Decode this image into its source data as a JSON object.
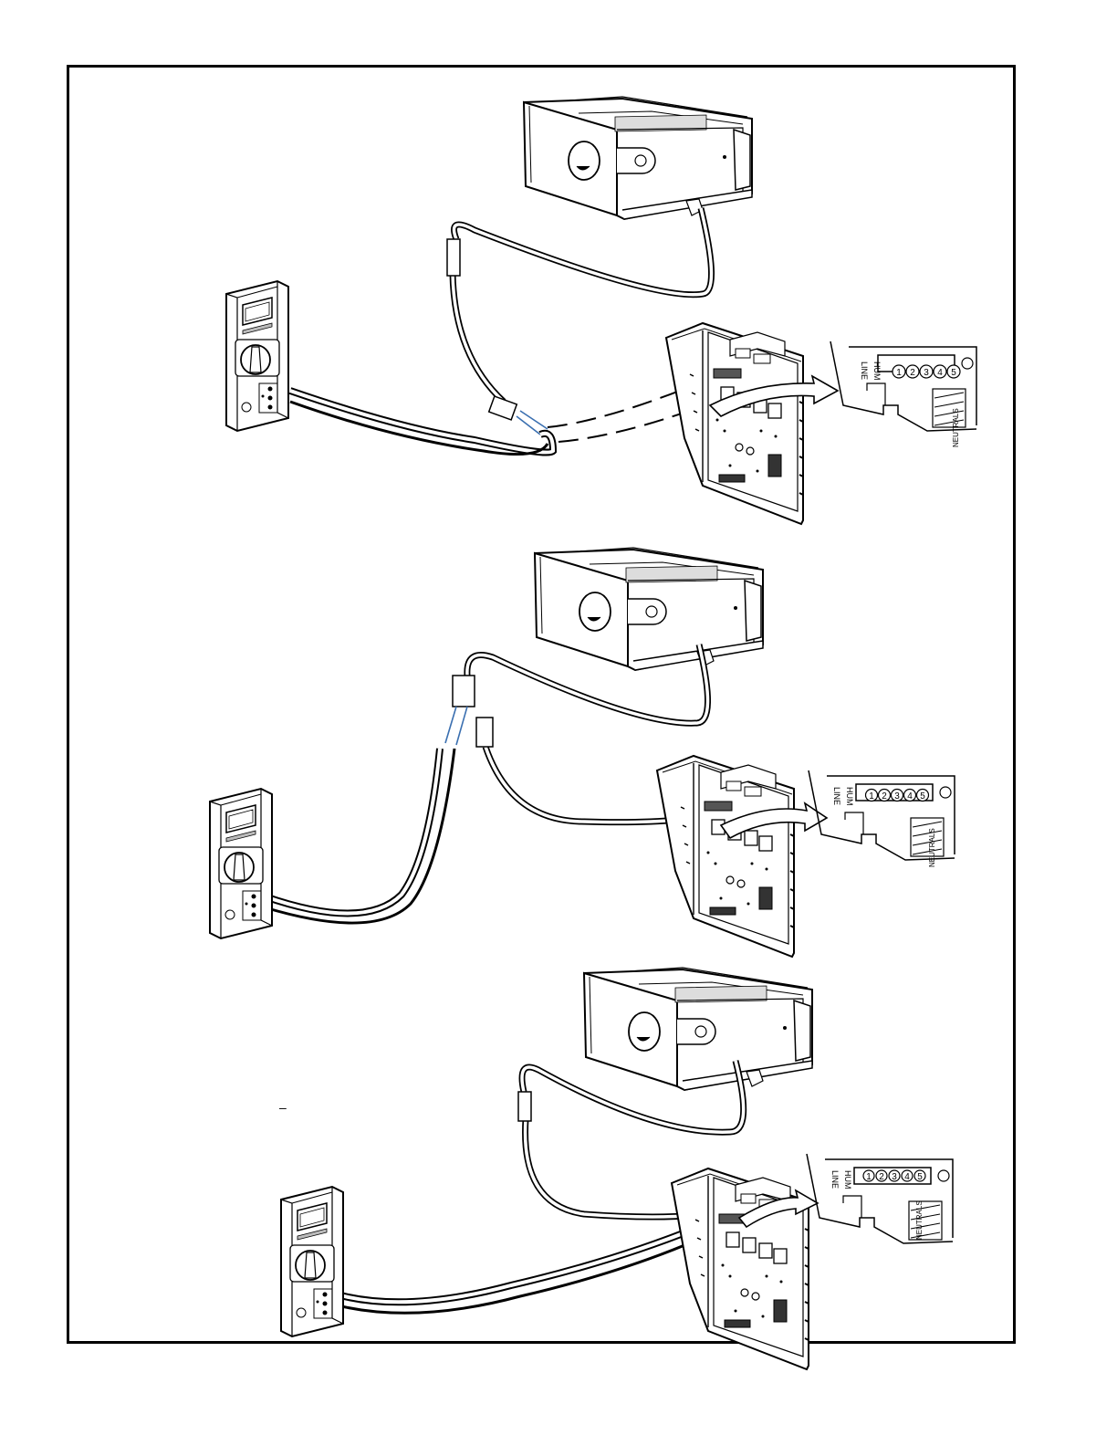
{
  "diagram": {
    "panels": [
      {
        "id": "panel-1",
        "terminal_inset": {
          "left_label": "LINE",
          "right_label": "HUM",
          "terminals": [
            "1",
            "2",
            "3",
            "4",
            "5"
          ],
          "neutral_label": "NEUTRALS"
        }
      },
      {
        "id": "panel-2",
        "terminal_inset": {
          "left_label": "LINE",
          "right_label": "HUM",
          "terminals": [
            "1",
            "2",
            "3",
            "4",
            "5"
          ],
          "neutral_label": "NEUTRALS"
        }
      },
      {
        "id": "panel-3",
        "terminal_inset": {
          "left_label": "LINE",
          "right_label": "HUM",
          "terminals": [
            "1",
            "2",
            "3",
            "4",
            "5"
          ],
          "neutral_label": "NEUTRALS"
        }
      }
    ],
    "stray_mark": "–"
  }
}
